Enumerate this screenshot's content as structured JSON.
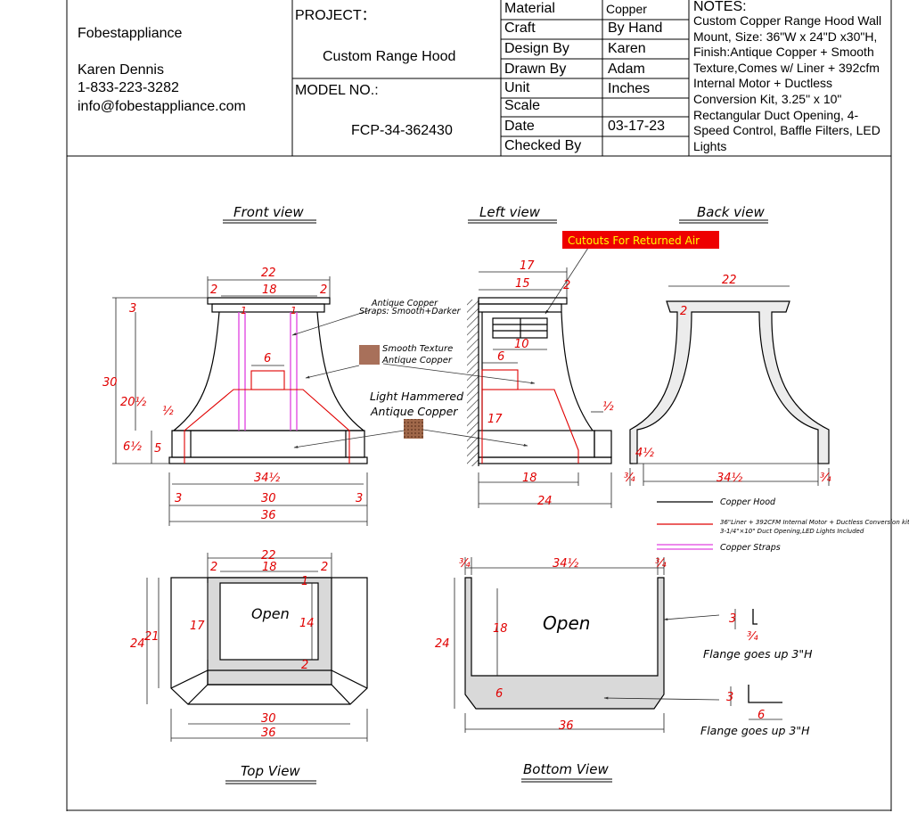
{
  "company": {
    "name": "Fobestappliance",
    "contact_name": "Karen Dennis",
    "phone": "1-833-223-3282",
    "email": "info@fobestappliance.com"
  },
  "project": {
    "label": "PROJECT：",
    "value": "Custom Range Hood",
    "model_label": "MODEL NO.:",
    "model_value": "FCP-34-362430"
  },
  "spec_table": [
    {
      "label": "Material",
      "value": "Copper"
    },
    {
      "label": "Craft",
      "value": "By Hand"
    },
    {
      "label": "Design By",
      "value": "Karen"
    },
    {
      "label": "Drawn By",
      "value": "Adam"
    },
    {
      "label": "Unit",
      "value": "Inches"
    },
    {
      "label": "Scale",
      "value": ""
    },
    {
      "label": "Date",
      "value": "03-17-23"
    },
    {
      "label": "Checked By",
      "value": ""
    }
  ],
  "notes": {
    "title": "NOTES:",
    "text": "Custom Copper Range Hood Wall Mount, Size: 36\"W x 24\"D x30\"H, Finish:Antique Copper + Smooth Texture,Comes w/ Liner + 392cfm Internal Motor + Ductless Conversion Kit, 3.25\" x 10\" Rectangular Duct Opening, 4-Speed Control, Baffle Filters, LED Lights"
  },
  "views": {
    "front": "Front view",
    "left": "Left view",
    "back": "Back view",
    "top": "Top View",
    "bottom": "Bottom View"
  },
  "callouts": {
    "cutouts": "Cutouts For Returned Air",
    "straps_1": "Antique Copper",
    "straps_2": "Straps: Smooth+Darker",
    "smooth_1": "Smooth Texture",
    "smooth_2": "Antique Copper",
    "hammered_1": "Light Hammered",
    "hammered_2": "Antique Copper",
    "open_top": "Open",
    "open_bottom": "Open",
    "flange_1": "Flange goes up 3\"H",
    "flange_2": "Flange goes up 3\"H"
  },
  "legend": {
    "hood": "Copper Hood",
    "liner_1": "36\"Liner + 392CFM Internal Motor + Ductless Conversion kit",
    "liner_2": "3-1/4\"×10\" Duct Opening,LED Lights Included",
    "straps": "Copper Straps"
  },
  "dims": {
    "f22": "22",
    "f18": "18",
    "f2a": "2",
    "f2b": "2",
    "f3top": "3",
    "f1a": "1",
    "f1b": "1",
    "f6": "6",
    "f30": "30",
    "f20": "20½",
    "f1half": "½",
    "f6half": "6½",
    "f5": "5",
    "f34": "34½",
    "f3a": "3",
    "f30b": "30",
    "f3b": "3",
    "f36": "36",
    "l17": "17",
    "l15": "15",
    "l2": "2",
    "l10": "10",
    "l6": "6",
    "l17b": "17",
    "l1half": "½",
    "l18": "18",
    "l24": "24",
    "b22": "22",
    "b2": "2",
    "b4": "4½",
    "b34": "34½",
    "b3a": "¾",
    "b3b": "¾",
    "t22": "22",
    "t18": "18",
    "t2a": "2",
    "t2b": "2",
    "t1": "1",
    "t17": "17",
    "t14": "14",
    "t24": "24",
    "t21": "21",
    "t2c": "2",
    "t30": "30",
    "t36": "36",
    "u34": "34½",
    "u3a": "¾",
    "u3b": "¾",
    "u18": "18",
    "u24": "24",
    "u6": "6",
    "u36": "36",
    "fl3": "3",
    "fl34": "¾",
    "fl3b": "3",
    "fl6": "6"
  }
}
